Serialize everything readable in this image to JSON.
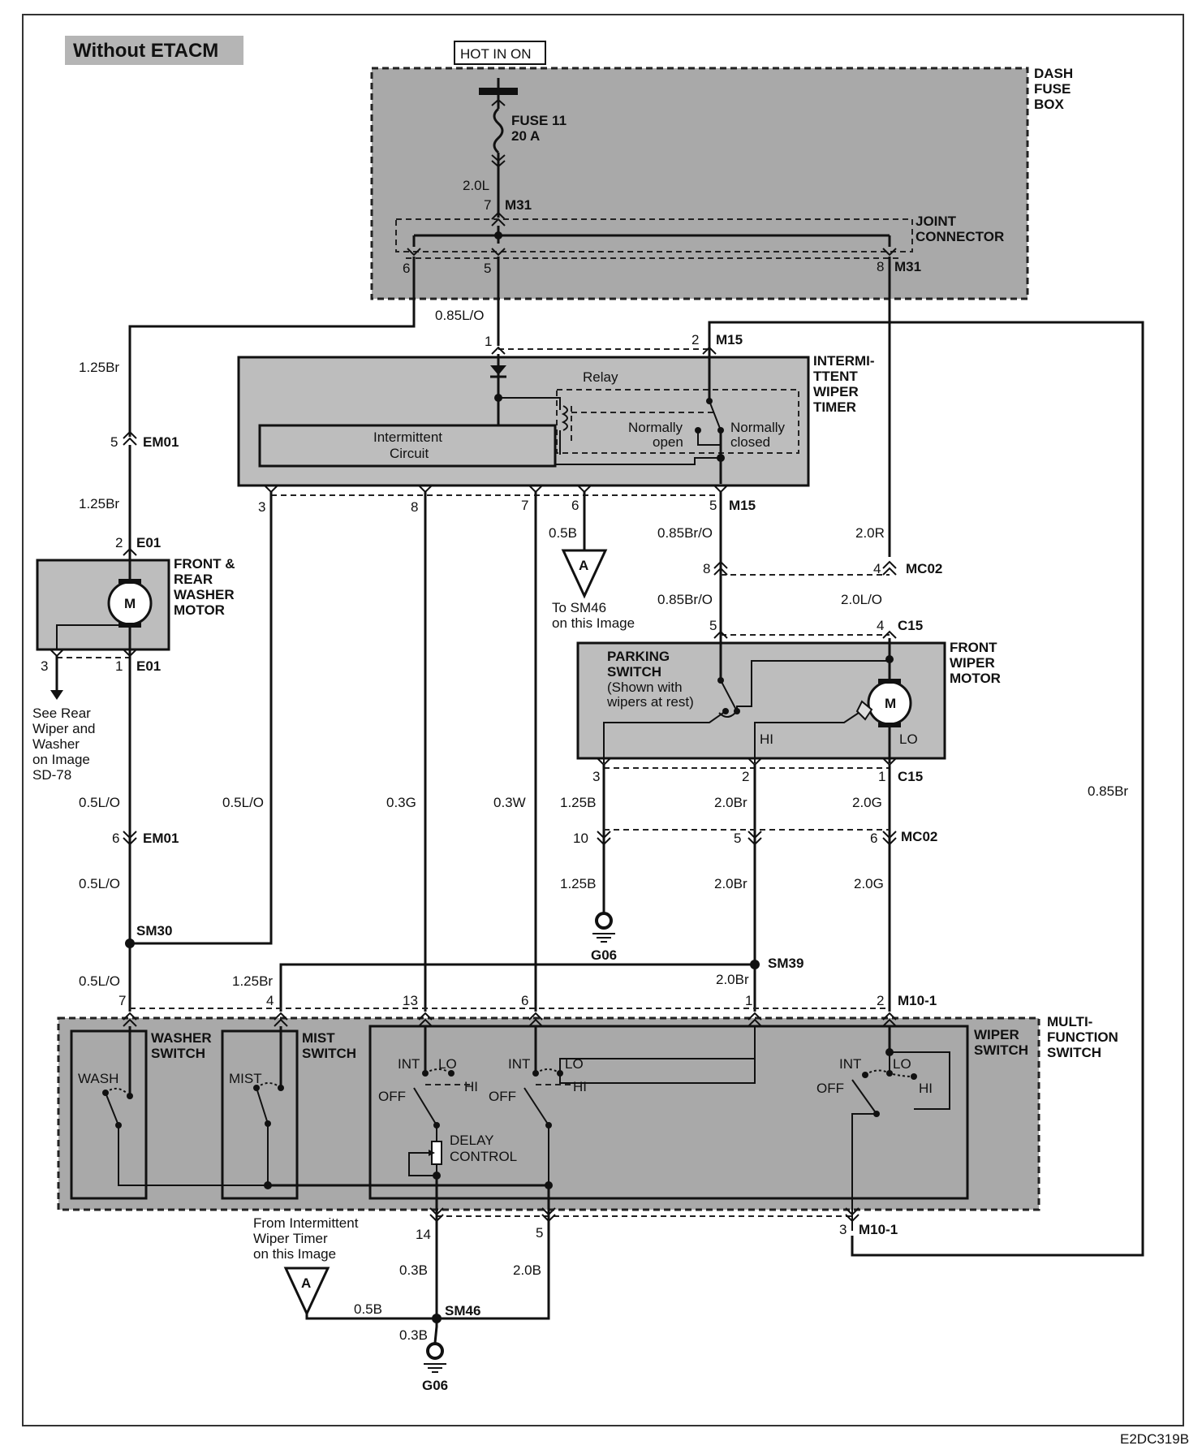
{
  "title": "Without ETACM",
  "power_source": "HOT IN ON",
  "figure_id": "E2DC319B",
  "fuse": {
    "name": "FUSE 11",
    "rating": "20 A"
  },
  "components": {
    "dash_fuse_box": [
      "DASH",
      "FUSE",
      "BOX"
    ],
    "joint_connector": [
      "JOINT",
      "CONNECTOR"
    ],
    "intermittent_wiper_timer": [
      "INTERMI-",
      "TTENT",
      "WIPER",
      "TIMER"
    ],
    "relay": "Relay",
    "normally_open": [
      "Normally",
      "open"
    ],
    "normally_closed": [
      "Normally",
      "closed"
    ],
    "intermittent_circuit": [
      "Intermittent",
      "Circuit"
    ],
    "washer_motor": [
      "FRONT &",
      "REAR",
      "WASHER",
      "MOTOR"
    ],
    "wiper_motor": [
      "FRONT",
      "WIPER",
      "MOTOR"
    ],
    "parking_switch": [
      "PARKING",
      "SWITCH"
    ],
    "parking_note": [
      "(Shown with",
      "wipers at rest)"
    ],
    "multi_function_switch": [
      "MULTI-",
      "FUNCTION",
      "SWITCH"
    ],
    "washer_switch": [
      "WASHER",
      "SWITCH"
    ],
    "mist_switch": [
      "MIST",
      "SWITCH"
    ],
    "wiper_switch": [
      "WIPER",
      "SWITCH"
    ],
    "motor_symbol": "M",
    "delay_control": [
      "DELAY",
      "CONTROL"
    ]
  },
  "switch_positions": {
    "int": "INT",
    "lo": "LO",
    "hi": "HI",
    "off": "OFF",
    "wash": "WASH",
    "mist": "MIST"
  },
  "notes": {
    "see_rear": [
      "See Rear",
      "Wiper and",
      "Washer",
      "on Image",
      "SD-78"
    ],
    "to_sm46": [
      "To SM46",
      "on this Image"
    ],
    "from_timer": [
      "From Intermittent",
      "Wiper Timer",
      "on this Image"
    ],
    "offpage_ref": "A"
  },
  "connectors": {
    "m31": "M31",
    "m15": "M15",
    "em01": "EM01",
    "e01": "E01",
    "mc02": "MC02",
    "c15": "C15",
    "m10_1": "M10-1",
    "sm30": "SM30",
    "sm39": "SM39",
    "sm46": "SM46",
    "g06": "G06"
  },
  "wire_specs": {
    "w20L": "2.0L",
    "w085LO": "0.85L/O",
    "w125Br": "1.25Br",
    "w05B": "0.5B",
    "w085BrO": "0.85Br/O",
    "w20R": "2.0R",
    "w20LO": "2.0L/O",
    "w05LO": "0.5L/O",
    "w03G": "0.3G",
    "w03W": "0.3W",
    "w125B": "1.25B",
    "w20Br": "2.0Br",
    "w20G": "2.0G",
    "w085Br": "0.85Br",
    "w03B": "0.3B",
    "w20B": "2.0B"
  },
  "pins": {
    "p1": "1",
    "p2": "2",
    "p3": "3",
    "p4": "4",
    "p5": "5",
    "p6": "6",
    "p7": "7",
    "p8": "8",
    "p10": "10",
    "p13": "13",
    "p14": "14"
  }
}
